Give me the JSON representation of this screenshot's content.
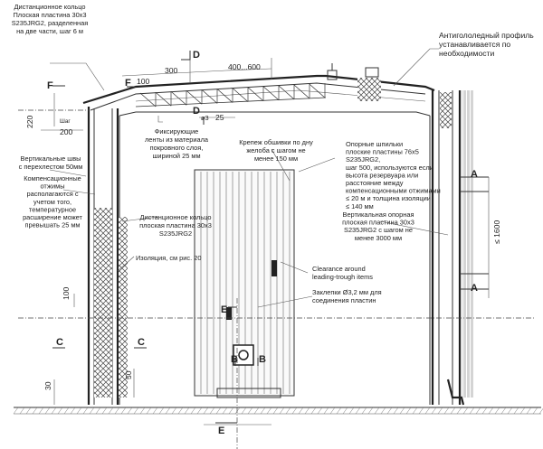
{
  "labels": {
    "spacer_ring_top": [
      "Дистанционное кольцо",
      "Плоская пластина 30x3",
      "S235JRG2, разделенная",
      "на две части, шаг 6 м"
    ],
    "anti_ice": [
      "Антигололедный профиль",
      "устанавливается по",
      "необходимости"
    ],
    "fixing_tapes": [
      "Фиксирующие",
      "ленты из материала",
      "покровного слоя,",
      "шириной 25 мм"
    ],
    "cladding_fix": [
      "Крепеж обшивки по дну",
      "желоба с шагом не",
      "менее 150 мм"
    ],
    "support_studs": [
      "Опорные шпильки",
      "плоские пластины 76x5",
      "S235JRG2,",
      "шаг 500, используются если",
      "высота резервуара или",
      "расстояние между",
      "компенсационными отжимами",
      "≤ 20 м и толщина изоляции",
      "≤ 140 мм"
    ],
    "vertical_seams": [
      "Вертикальные швы",
      "с перехлестом 50мм"
    ],
    "compensation": [
      "Компенсационные",
      "отжимы",
      "располагаются с",
      "учетом того,",
      "температурное",
      "расширение может",
      "превышать 25 мм"
    ],
    "spacer_ring_mid": [
      "Дистанционное кольцо",
      "плоская пластина 30x3",
      "S235JRG2"
    ],
    "insulation": [
      "Изоляция, см рис. 20"
    ],
    "vertical_support": [
      "Вертикальная опорная",
      "плоская пластина 30x3",
      "S235JRG2 с шагом не",
      "менее 3000 мм"
    ],
    "clearance": [
      "Clearance around",
      "leading-trough items"
    ],
    "rivets": [
      "Заклепки Ø3,2 мм для",
      "соединения пластин"
    ]
  },
  "dimensions": {
    "d_300": "300",
    "d_400_600": "400...600",
    "d_100": "100",
    "d_25": "25",
    "d_220": "220",
    "d_200": "200",
    "d_shag": "Шаг",
    "d_100_left": "100",
    "d_1600": "≤ 1600",
    "d_30": "30",
    "d_50": "50",
    "d_phi": "ø3"
  },
  "sections": {
    "f1": "F",
    "f2": "F",
    "d_top": "D",
    "d_bot": "D",
    "a1": "A",
    "a2": "A",
    "c1": "C",
    "c2": "C",
    "b1": "B",
    "b2": "B",
    "e1": "E",
    "e2": "E"
  }
}
